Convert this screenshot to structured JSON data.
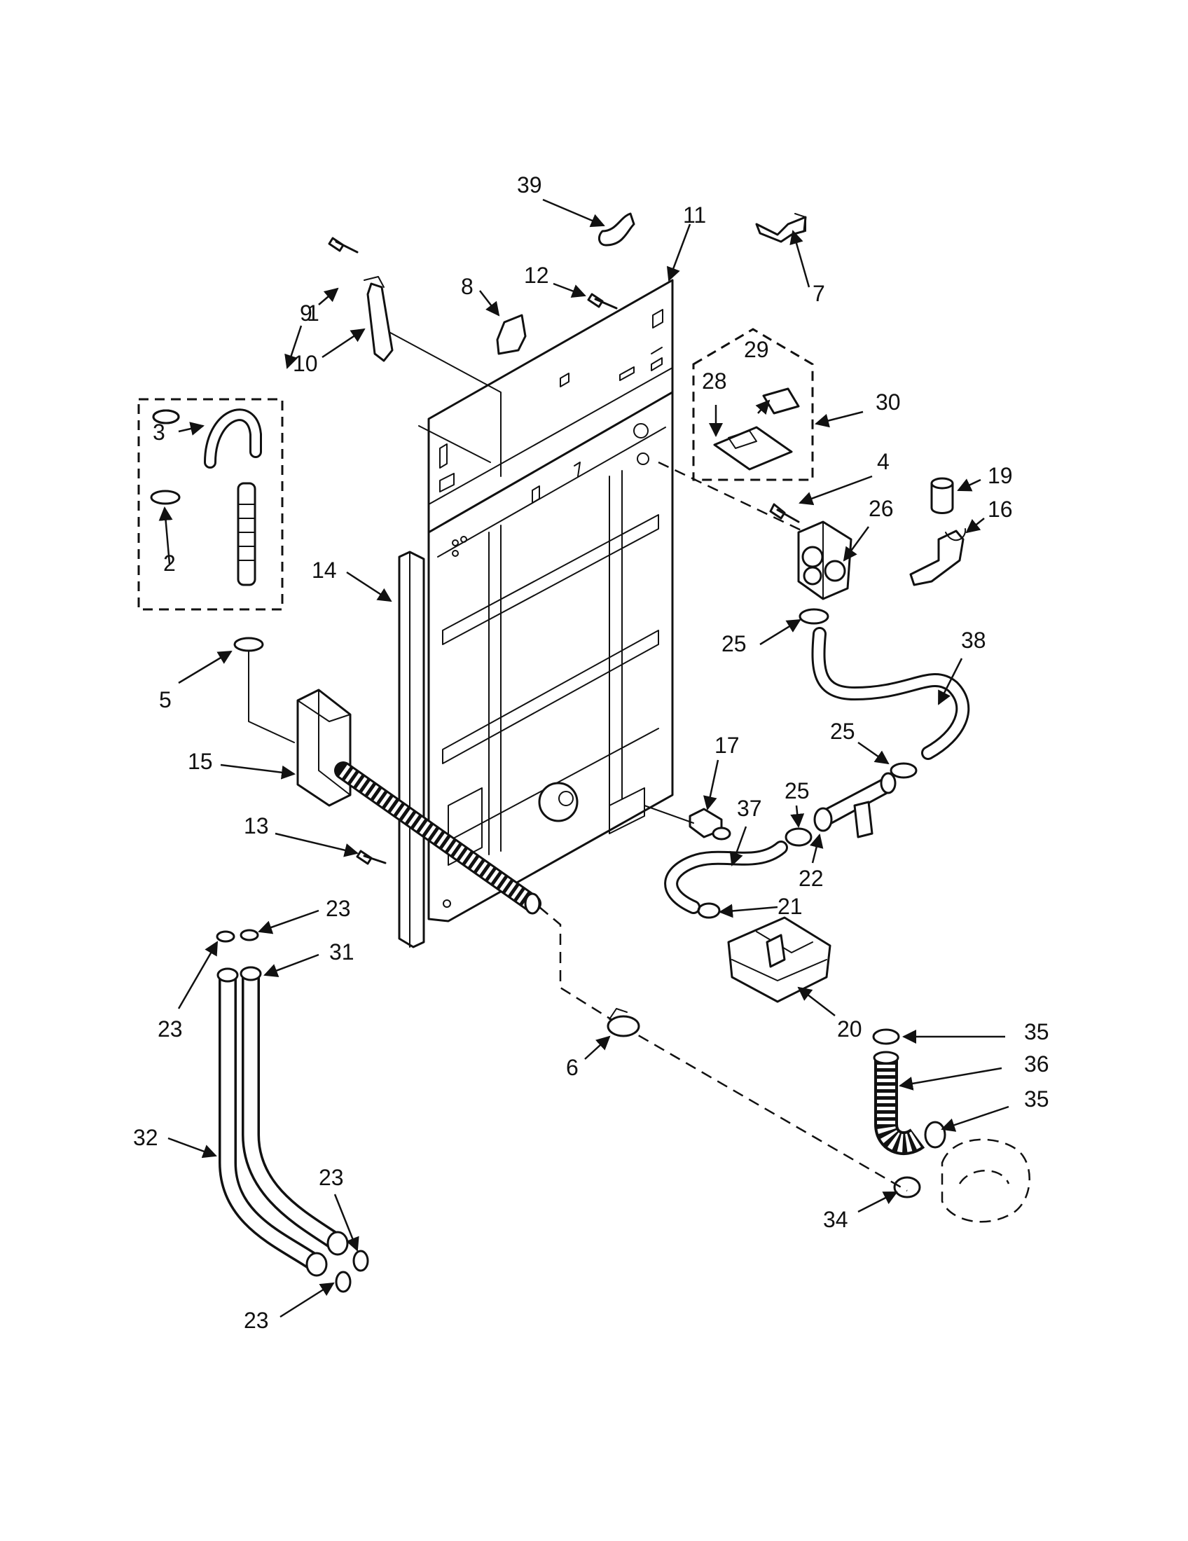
{
  "callouts": [
    {
      "id": "1",
      "text": "1"
    },
    {
      "id": "2",
      "text": "2"
    },
    {
      "id": "3",
      "text": "3"
    },
    {
      "id": "4",
      "text": "4"
    },
    {
      "id": "5",
      "text": "5"
    },
    {
      "id": "6",
      "text": "6"
    },
    {
      "id": "7",
      "text": "7"
    },
    {
      "id": "8",
      "text": "8"
    },
    {
      "id": "9",
      "text": "9"
    },
    {
      "id": "10",
      "text": "10"
    },
    {
      "id": "11",
      "text": "11"
    },
    {
      "id": "12",
      "text": "12"
    },
    {
      "id": "13",
      "text": "13"
    },
    {
      "id": "14",
      "text": "14"
    },
    {
      "id": "15",
      "text": "15"
    },
    {
      "id": "16",
      "text": "16"
    },
    {
      "id": "17",
      "text": "17"
    },
    {
      "id": "19",
      "text": "19"
    },
    {
      "id": "20",
      "text": "20"
    },
    {
      "id": "21",
      "text": "21"
    },
    {
      "id": "22",
      "text": "22"
    },
    {
      "id": "23a",
      "text": "23"
    },
    {
      "id": "23b",
      "text": "23"
    },
    {
      "id": "23c",
      "text": "23"
    },
    {
      "id": "23d",
      "text": "23"
    },
    {
      "id": "25a",
      "text": "25"
    },
    {
      "id": "25b",
      "text": "25"
    },
    {
      "id": "25c",
      "text": "25"
    },
    {
      "id": "26",
      "text": "26"
    },
    {
      "id": "28",
      "text": "28"
    },
    {
      "id": "29",
      "text": "29"
    },
    {
      "id": "30",
      "text": "30"
    },
    {
      "id": "31",
      "text": "31"
    },
    {
      "id": "32",
      "text": "32"
    },
    {
      "id": "34",
      "text": "34"
    },
    {
      "id": "35a",
      "text": "35"
    },
    {
      "id": "35b",
      "text": "35"
    },
    {
      "id": "36",
      "text": "36"
    },
    {
      "id": "37",
      "text": "37"
    },
    {
      "id": "38",
      "text": "38"
    },
    {
      "id": "39",
      "text": "39"
    }
  ]
}
